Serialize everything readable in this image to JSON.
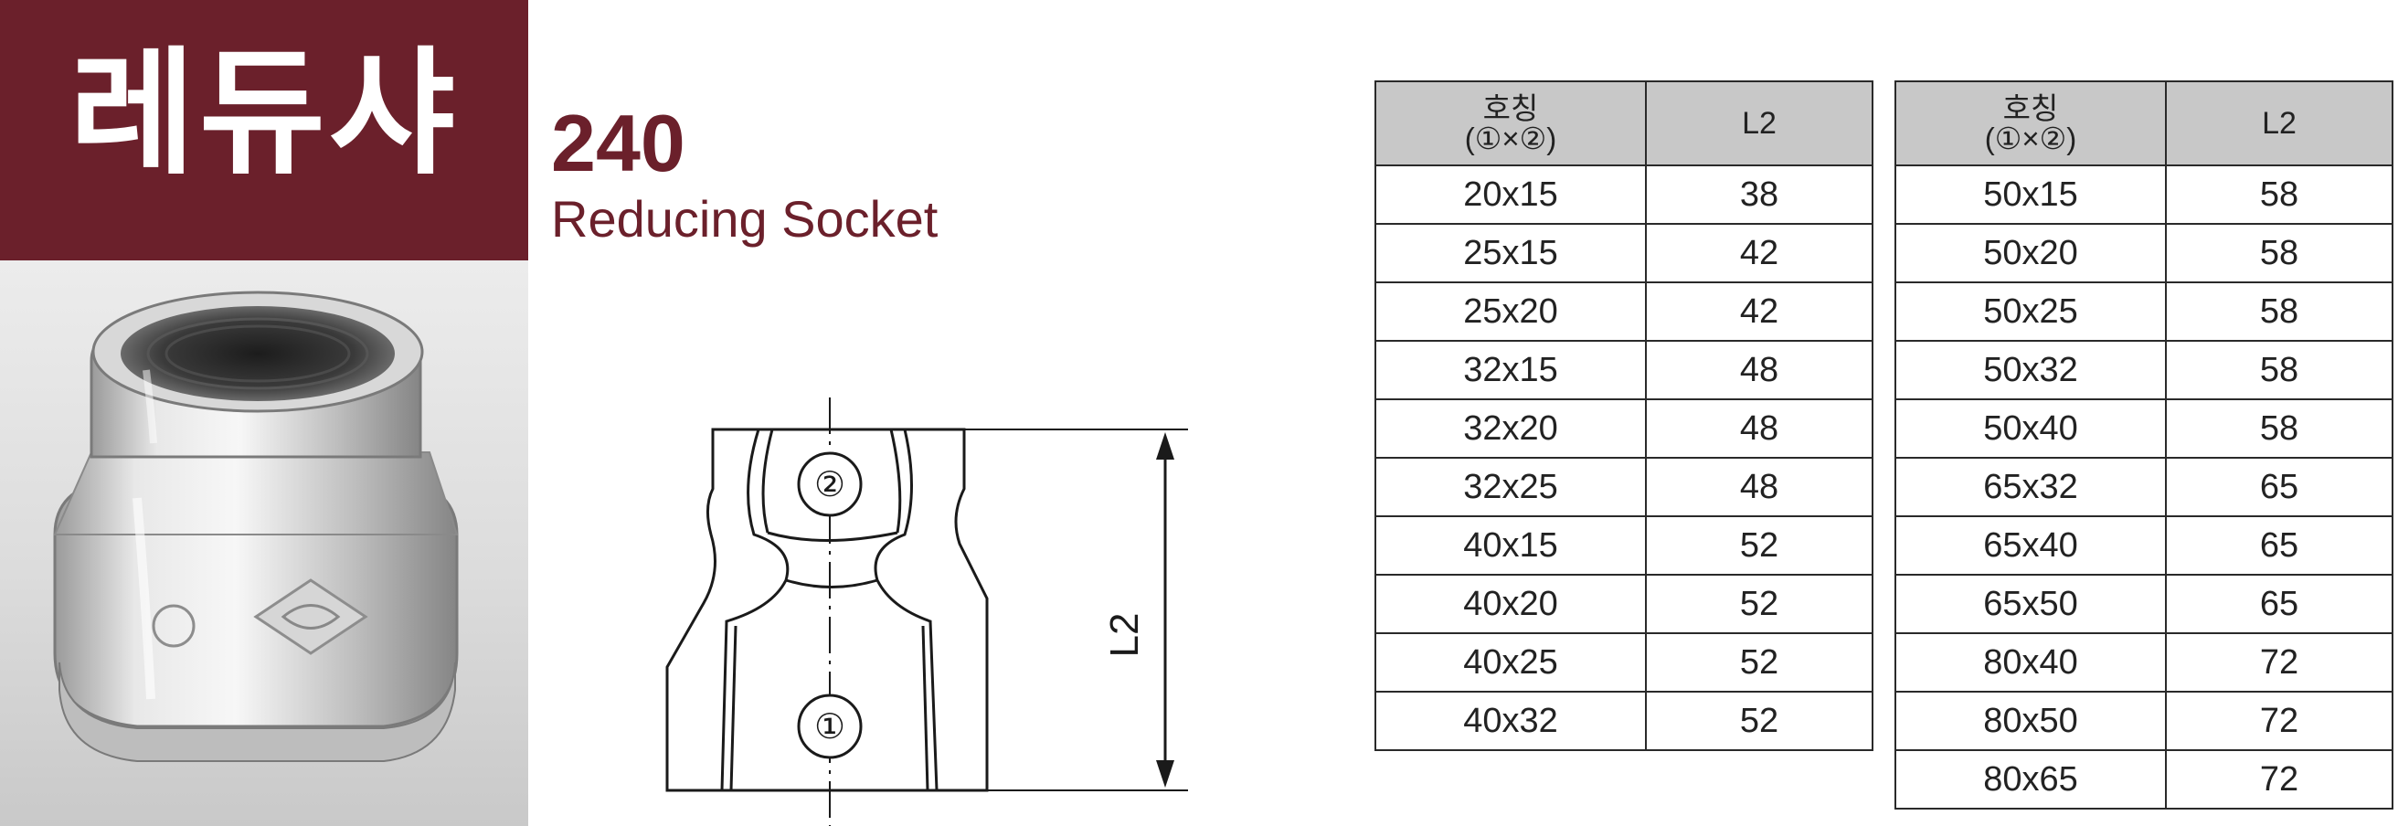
{
  "product": {
    "title_ko": "레듀샤",
    "code": "240",
    "name_en": "Reducing Socket"
  },
  "drawing": {
    "label_inner": "②",
    "label_outer": "①",
    "dimension": "L2"
  },
  "table_header": {
    "size_line1": "호칭",
    "size_line2": "(①×②)",
    "length": "L2"
  },
  "table_left": [
    {
      "size": "20x15",
      "l2": "38"
    },
    {
      "size": "25x15",
      "l2": "42"
    },
    {
      "size": "25x20",
      "l2": "42"
    },
    {
      "size": "32x15",
      "l2": "48"
    },
    {
      "size": "32x20",
      "l2": "48"
    },
    {
      "size": "32x25",
      "l2": "48"
    },
    {
      "size": "40x15",
      "l2": "52"
    },
    {
      "size": "40x20",
      "l2": "52"
    },
    {
      "size": "40x25",
      "l2": "52"
    },
    {
      "size": "40x32",
      "l2": "52"
    }
  ],
  "table_right": [
    {
      "size": "50x15",
      "l2": "58"
    },
    {
      "size": "50x20",
      "l2": "58"
    },
    {
      "size": "50x25",
      "l2": "58"
    },
    {
      "size": "50x32",
      "l2": "58"
    },
    {
      "size": "50x40",
      "l2": "58"
    },
    {
      "size": "65x32",
      "l2": "65"
    },
    {
      "size": "65x40",
      "l2": "65"
    },
    {
      "size": "65x50",
      "l2": "65"
    },
    {
      "size": "80x40",
      "l2": "72"
    },
    {
      "size": "80x50",
      "l2": "72"
    },
    {
      "size": "80x65",
      "l2": "72"
    }
  ],
  "colors": {
    "brand": "#6b202b",
    "header_fill": "#c8c8c8"
  }
}
